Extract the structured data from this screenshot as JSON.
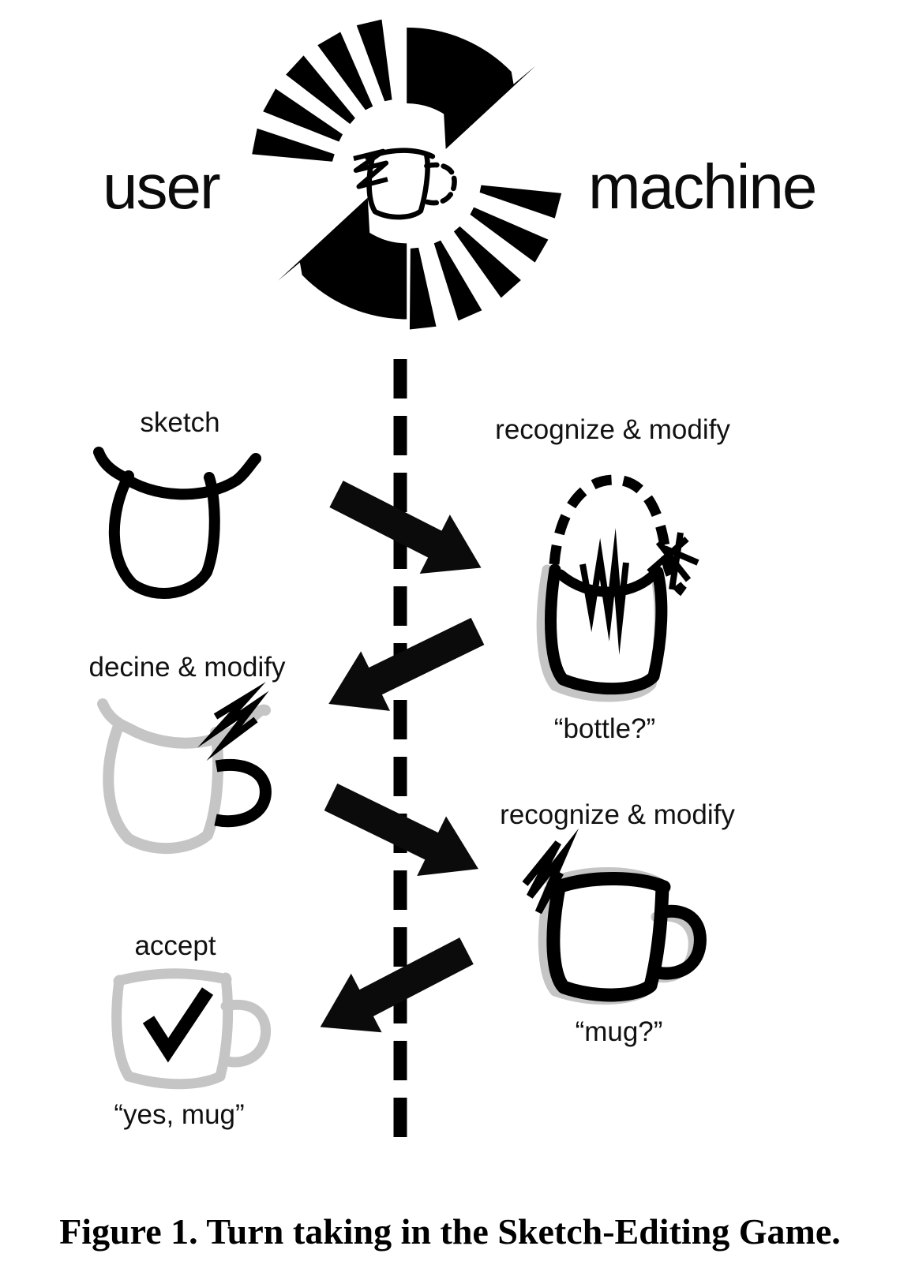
{
  "header": {
    "user_label": "user",
    "machine_label": "machine"
  },
  "steps": {
    "sketch_label": "sketch",
    "recognize1_label": "recognize & modify",
    "bottle_caption": "“bottle?”",
    "decline_label": "decine & modify",
    "recognize2_label": "recognize & modify",
    "mug_caption": "“mug?”",
    "accept_label": "accept",
    "accept_caption": "“yes, mug”"
  },
  "figure_caption": "Figure 1. Turn taking in the Sketch-Editing Game.",
  "colors": {
    "ink": "#000000",
    "sketch_gray": "#c5c5c5"
  },
  "icons": {
    "cycle": "clockwise-cycle-arrows-with-mug",
    "divider": "vertical-dashed-turn-line",
    "scribble": "zigzag-pen-stroke",
    "check": "checkmark"
  }
}
